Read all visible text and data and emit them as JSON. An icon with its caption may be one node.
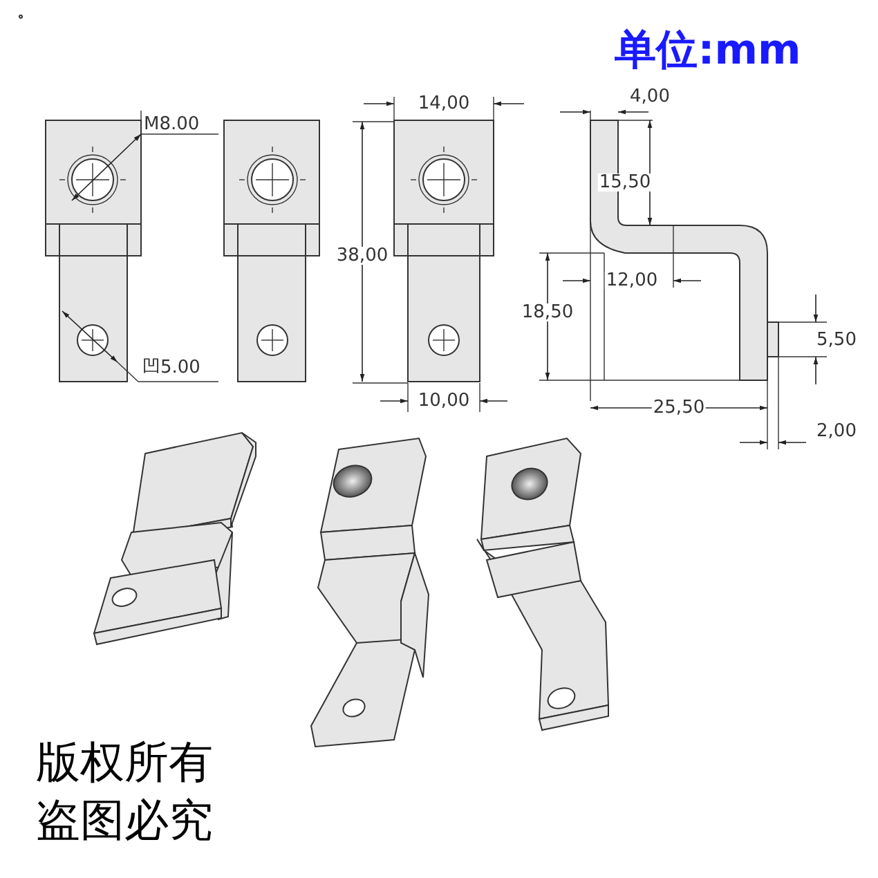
{
  "diagram": {
    "labels": [
      "单位:mm",
      "M8.00",
      "14,00",
      "4,00",
      "15,50",
      "38,00",
      "12,00",
      "18,50",
      "5,50",
      "凹5.00",
      "10,00",
      "25,50",
      "2,00",
      "版权所有",
      "盗图必究"
    ]
  }
}
